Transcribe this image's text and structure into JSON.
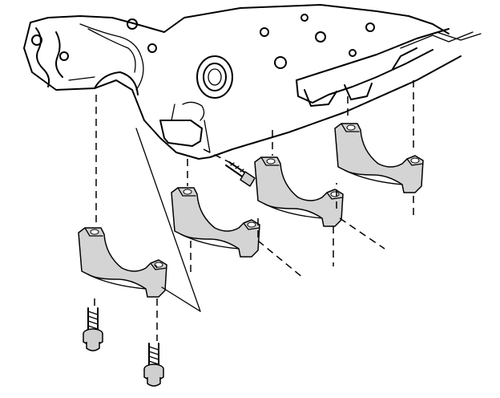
{
  "colors": {
    "ink": "#000000",
    "background": "#ffffff",
    "cap_shade": "#d4d4d4",
    "bolt_shade": "#cfcfcf"
  },
  "icons": {
    "block": "engine-block-icon",
    "cap": "main-bearing-cap-icon",
    "bolt": "cap-bolt-icon",
    "side_bolt": "side-bolt-icon"
  },
  "bearing_caps": [
    {
      "id": "cap-1"
    },
    {
      "id": "cap-2"
    },
    {
      "id": "cap-3"
    },
    {
      "id": "cap-4"
    }
  ],
  "bolts": [
    {
      "id": "bolt-front-left"
    },
    {
      "id": "bolt-front-right"
    },
    {
      "id": "bolt-side"
    }
  ]
}
